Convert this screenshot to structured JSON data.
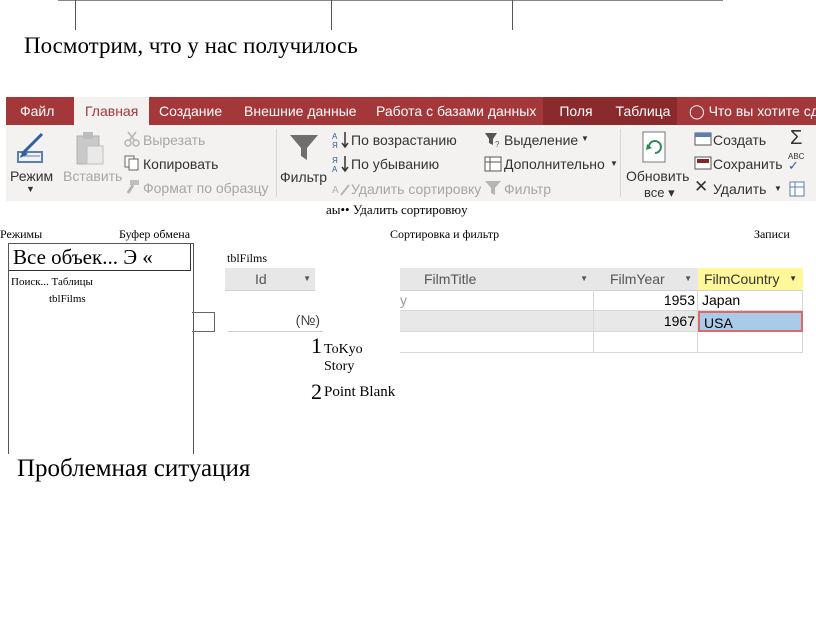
{
  "slide": {
    "title": "Посмотрим, что у нас получилось",
    "subtitle": "Проблемная ситуация"
  },
  "ribbon": {
    "tabs": [
      "Файл",
      "Главная",
      "Создание",
      "Внешние данные",
      "Работа с базами данных",
      "Поля",
      "Таблица",
      "Что вы хотите сд"
    ],
    "active_tab": "Главная",
    "accent": "#a4373a",
    "buttons": {
      "view": "Режим",
      "paste": "Вставить",
      "cut": "Вырезать",
      "copy": "Копировать",
      "format_painter": "Формат по образцу",
      "filter": "Фильтр",
      "ascending": "По возрастанию",
      "descending": "По убыванию",
      "remove_sort": "Удалить сортировку",
      "selection": "Выделение",
      "advanced": "Дополнительно",
      "toggle_filter": "Фильтр",
      "refresh": "Обновить",
      "refresh_sub": "все",
      "new": "Создать",
      "save": "Сохранить",
      "delete": "Удалить"
    }
  },
  "overlay_text": {
    "remove_sort_ocr": "аы•• Удалить сортировюу",
    "group_views": "Режимы",
    "group_clipboard": "Буфер обмена",
    "group_sort_filter": "Сортировка и фильтр",
    "group_records": "Записи",
    "table_tab": "tblFilms"
  },
  "nav_pane": {
    "header": "Все объек... Э «",
    "search": "Поиск... Таблицы",
    "item": "tblFilms"
  },
  "table": {
    "id_header": "Id",
    "new_row_id": "(№)",
    "columns": [
      "FilmTitle",
      "FilmYear",
      "FilmCountry"
    ],
    "rows": [
      {
        "id": "1",
        "title_a": "ToKyo",
        "title_b": "Story",
        "year": "1953",
        "country": "Japan"
      },
      {
        "id": "2",
        "title": "Point Blank",
        "year": "1967",
        "country": "USA"
      }
    ],
    "truncated_mark": "y"
  }
}
